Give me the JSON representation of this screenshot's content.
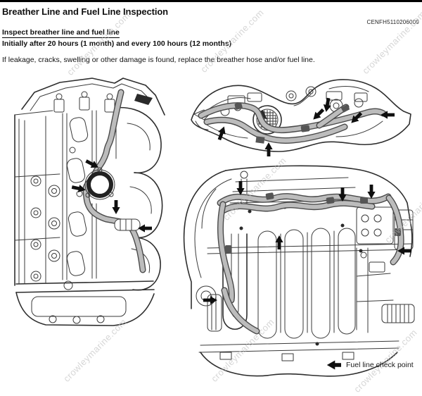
{
  "header": {
    "title": "Breather Line and Fuel Line Inspection",
    "document_code": "CENFH5110206009"
  },
  "instruction": {
    "heading": "Inspect breather line and fuel line",
    "interval": "Initially after 20 hours (1 month) and every 100 hours (12 months)",
    "body": "If leakage, cracks, swelling or other damage is found, replace the breather hose and/or fuel line."
  },
  "figures": {
    "side_view": {
      "name": "engine-side-view",
      "check_point_arrows": 4
    },
    "top_view": {
      "name": "engine-top-view",
      "check_point_arrows": 6
    },
    "rear_view": {
      "name": "engine-rear-view",
      "check_point_arrows": 6
    },
    "caption": "Fuel line check point"
  },
  "watermark": {
    "text": "crowleymarine.com"
  },
  "colors": {
    "line_art": "#3a3a3a",
    "hose_highlight": "#bcbcbc",
    "arrow_black": "#0f0f0f",
    "watermark_gray": "#bdbdbd",
    "top_rule": "#000000"
  }
}
